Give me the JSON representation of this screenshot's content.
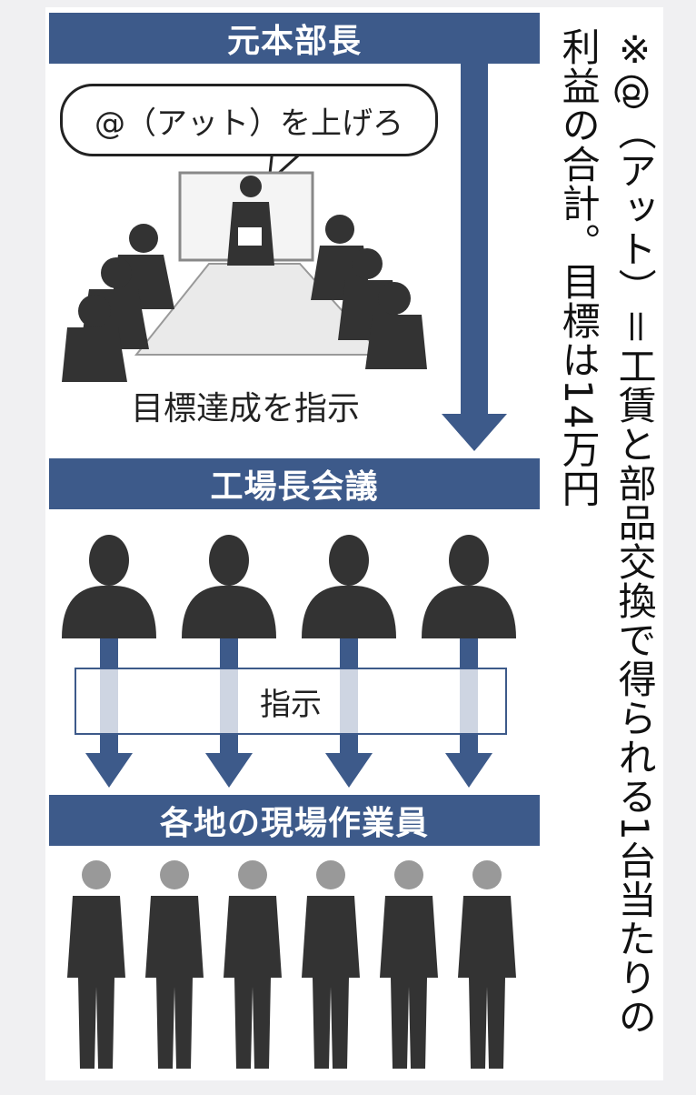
{
  "banners": {
    "top": "元本部長",
    "middle": "工場長会議",
    "bottom": "各地の現場作業員"
  },
  "speech_bubble": "@（アット）を上げろ",
  "caption_goal": "目標達成を指示",
  "instruction_label": "指示",
  "side_note": {
    "line1": "※@（アット）＝工賃と部品交換で得られる1台当たりの",
    "line2": "利益の合計。目標は14万円"
  },
  "colors": {
    "banner": "#3d5a8a",
    "silhouette": "#333333",
    "arrow": "#3d5a8a"
  }
}
